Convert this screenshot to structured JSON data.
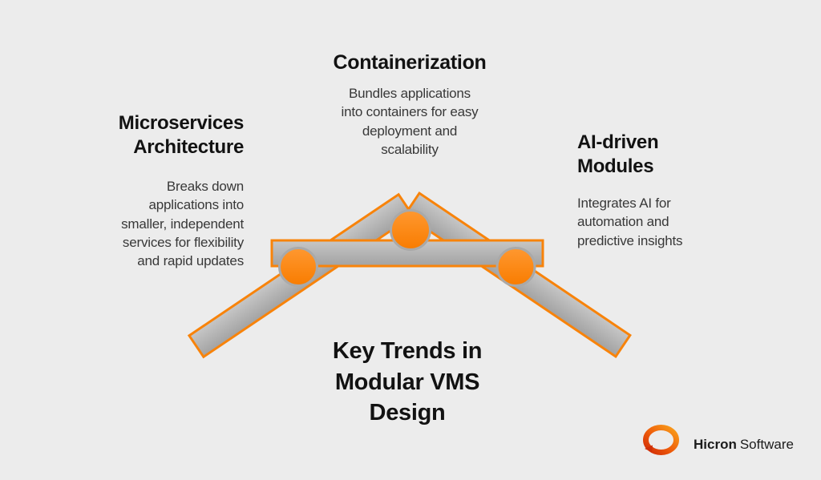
{
  "canvas": {
    "background": "#ececec"
  },
  "sections": {
    "microservices": {
      "title_lines": [
        "Microservices",
        "Architecture"
      ],
      "body_lines": [
        "Breaks down",
        "applications into",
        "smaller, independent",
        "services for flexibility",
        "and rapid updates"
      ]
    },
    "containerization": {
      "title": "Containerization",
      "body_lines": [
        "Bundles applications",
        "into containers for easy",
        "deployment and",
        "scalability"
      ]
    },
    "ai_modules": {
      "title_lines": [
        "AI-driven",
        "Modules"
      ],
      "body_lines": [
        "Integrates AI for",
        "automation and",
        "predictive insights"
      ]
    }
  },
  "main_title_lines": [
    "Key Trends in",
    "Modular VMS",
    "Design"
  ],
  "logo": {
    "brand_bold": "Hicron",
    "brand_regular": "Software"
  },
  "diagram": {
    "icon": "truss-bars-with-nodes",
    "bar_fill": "#b5b5b5",
    "bar_stroke": "#f8830a",
    "node_fill": "#fb8a14",
    "node_stroke": "#a9a9a9",
    "logo_ring_gradient": [
      "#f9a11c",
      "#d02a06"
    ]
  }
}
